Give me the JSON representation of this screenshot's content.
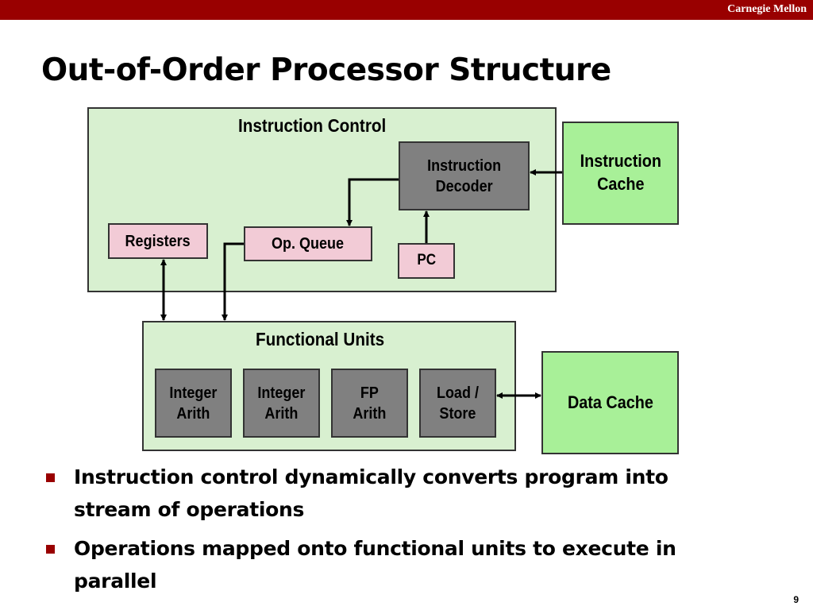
{
  "header": {
    "brand": "Carnegie Mellon"
  },
  "slide": {
    "title": "Out-of-Order Processor Structure",
    "page_number": "9"
  },
  "diagram": {
    "instruction_control": {
      "label": "Instruction Control",
      "decoder": "Instruction\nDecoder",
      "registers": "Registers",
      "op_queue": "Op. Queue",
      "pc": "PC"
    },
    "instruction_cache": "Instruction\nCache",
    "functional_units": {
      "label": "Functional Units",
      "units": [
        "Integer\nArith",
        "Integer\nArith",
        "FP\nArith",
        "Load /\nStore"
      ]
    },
    "data_cache": "Data Cache",
    "colors": {
      "container": "#d8f0d0",
      "cache": "#a8f098",
      "register_queue": "#f2cbd6",
      "unit": "#808080",
      "brand_bar": "#990000"
    }
  },
  "bullets": [
    "Instruction control dynamically converts program into stream of operations",
    "Operations mapped onto functional units to execute in parallel"
  ]
}
